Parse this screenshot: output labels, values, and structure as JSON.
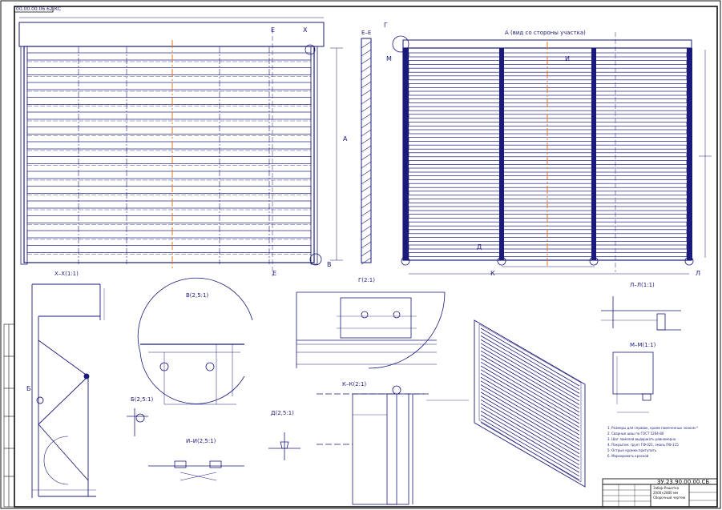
{
  "stamp_code": "00.00.00.06.62.КС",
  "titles": {
    "section_ee": "Е–Е",
    "view_a": "А (вид со стороны участка)",
    "section_xx": "Х–Х(1:1)",
    "view_v": "В(2,5:1)",
    "view_g": "Г(2:1)",
    "view_l": "Л–Л(1:1)",
    "view_m": "М–М(1:1)",
    "view_b": "Б(2,5:1)",
    "view_d": "Д(2,5:1)",
    "view_k": "К–К(2:1)",
    "view_i": "И–И(2,5:1)"
  },
  "letters": {
    "e1": "Е",
    "x1": "Х",
    "e2": "Е",
    "g": "Г",
    "v": "В",
    "m": "М",
    "i": "И",
    "d": "Д",
    "k": "К",
    "l": "Л",
    "b": "Б",
    "a": "А"
  },
  "title_block": {
    "doc_number": "ЗУ.23.90.00.00.СБ",
    "name_line1": "Забор-Решетка",
    "name_line2": "2000×2800 мм",
    "name_line3": "Сборочный чертеж"
  },
  "notes": [
    "1. Размеры для справок, кроме помеченных знаком *",
    "2. Сварные швы по ГОСТ 5264-80",
    "3. Шаг ламелей выдержать равномерно",
    "4. Покрытие: грунт ГФ-021, эмаль ПФ-115",
    "5. Острые кромки притупить",
    "6. Маркировать краской"
  ],
  "colors": {
    "line": "#1a1a7a",
    "axis": "#e0751a",
    "frame": "#111111",
    "sheet": "#ffffff"
  }
}
